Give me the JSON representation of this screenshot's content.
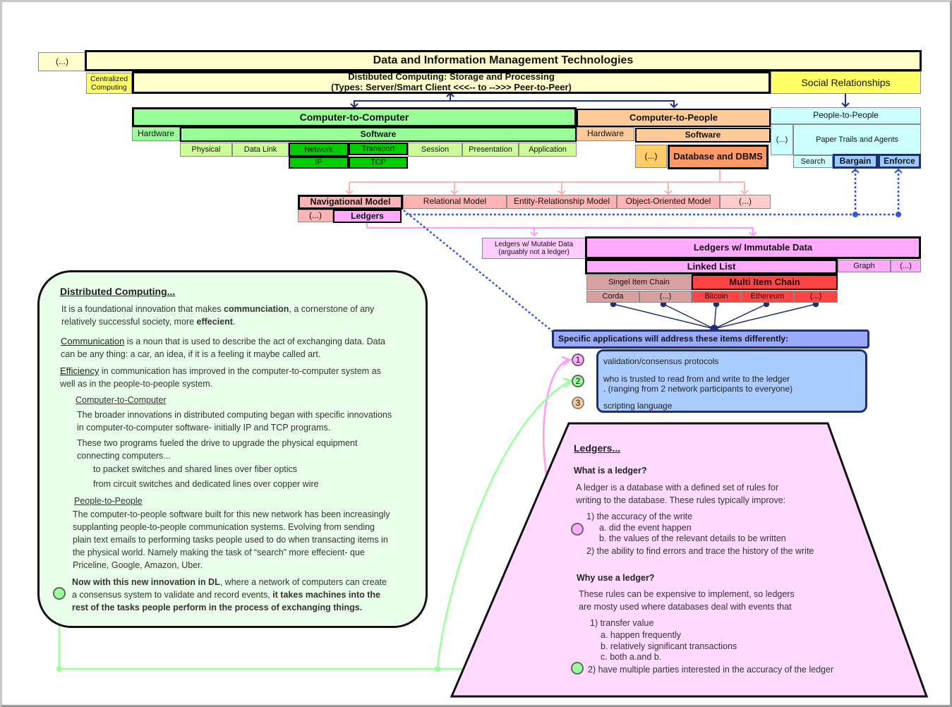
{
  "top": {
    "ellipsis": "(...)",
    "title": "Data and Information Management Technologies",
    "centralized_1": "Centralized",
    "centralized_2": "Computing",
    "distributed_1": "Distibuted Computing: Storage and Processing",
    "distributed_2": "(Types: Server/Smart Client <<<-- to -->>> Peer-to-Peer)",
    "social": "Social Relationships"
  },
  "c2c": {
    "title": "Computer-to-Computer",
    "hardware": "Hardware",
    "software": "Software",
    "layers": [
      "Physical",
      "Data Link",
      "Network",
      "Transport",
      "Session",
      "Presentation",
      "Application"
    ],
    "ip": "IP",
    "tcp": "TCP"
  },
  "c2p": {
    "title": "Computer-to-People",
    "hardware": "Hardware",
    "software": "Software",
    "ellipsis": "(...)",
    "db": "Database and DBMS"
  },
  "p2p": {
    "title": "People-to-People",
    "ellipsis": "(...)",
    "paper": "Paper Trails and Agents",
    "search": "Search",
    "bargain": "Bargain",
    "enforce": "Enforce"
  },
  "models": {
    "navigational": "Navigational Model",
    "relational": "Relational Model",
    "er": "Entity-Relationship Model",
    "oo": "Object-Oriented Model",
    "ellipsis": "(...)",
    "ellipsis2": "(...)",
    "ledgers": "Ledgers"
  },
  "ledger_types": {
    "mutable_1": "Ledgers w/ Mutable Data",
    "mutable_2": "(arguably not a ledger)",
    "immutable": "Ledgers w/ Immutable Data",
    "linked": "Linked List",
    "graph": "Graph",
    "ellipsis": "(...)",
    "single": "Singel Item Chain",
    "multi": "Multi Item Chain",
    "corda": "Corda",
    "ellipsis2": "(...)",
    "bitcoin": "Bitcoin",
    "ethereum": "Ethereum",
    "ellipsis3": "(...)"
  },
  "apps": {
    "header": "Specific applications will address these items differently:",
    "n1": "1",
    "n2": "2",
    "n3": "3",
    "item1": "validation/consensus protocols",
    "item2a": "who is trusted to read from and write to the ledger",
    "item2b": ".    (ranging from 2 network participants to everyone)",
    "item3": "scripting language"
  },
  "dc_note": {
    "heading": "Distributed Computing...",
    "p1a_pre": "It is a foundational innovation that makes ",
    "p1a_bold": "communciation",
    "p1a_post": ", a cornerstone of any",
    "p1b_pre": "relatively successful society, more ",
    "p1b_bold": "effecient",
    "p1b_post": ".",
    "p2a_word": "Communication",
    "p2a_rest": " is a noun that is used to describe the act of exchanging data.  Data",
    "p2b": "can be any thing: a car, an idea, if it is a feeling it maybe called art.",
    "p3a_word": "Efficiency",
    "p3a_rest": " in communication has improved in the computer-to-computer system as",
    "p3b": "well as in the people-to-people system.",
    "c2c_head": "Computer-to-Computer",
    "c2c_1": "The broader innovations in distributed computing began with specific innovations",
    "c2c_2": "in computer-to-computer software- initially IP and TCP programs.",
    "c2c_3": "These two programs fueled the drive to upgrade the physical equipment",
    "c2c_4": "connecting computers...",
    "c2c_5": "to packet switches and shared lines over fiber optics",
    "c2c_6": "from circuit switches and dedicated lines over copper wire",
    "p2p_head": "People-to-People",
    "p2p_1": "The computer-to-people software built for this new network has been increasingly",
    "p2p_2": "supplanting people-to-people communication systems. Evolving from sending",
    "p2p_3": "plain text emails to performing tasks people used to do when transacting items in",
    "p2p_4": "the physical world. Namely making the task of “search” more effecient- que",
    "p2p_5": "Priceline, Google, Amazon, Uber.",
    "final_1_bold": "Now with this new innovation in DL",
    "final_1_rest": ", where a network of computers can create",
    "final_2_pre": "a consensus system to validate and record events, ",
    "final_2_bold": "it takes machines into the",
    "final_3_bold": "rest of the tasks people perform in the process of exchanging things."
  },
  "ledger_note": {
    "heading": "Ledgers...",
    "q1": "What is a ledger?",
    "a1_1": "A ledger is a database with a defined set of rules for",
    "a1_2": "writing to the database. These rules typically improve:",
    "l1": "1) the accuracy of the write",
    "l1a": "a. did the event happen",
    "l1b": "b. the values of the relevant details to be written",
    "l2": "2) the ability to find errors and trace the history of the write",
    "q2": "Why use a ledger?",
    "a2_1": "These rules can be expensive to implement, so ledgers",
    "a2_2": "are mosty used where databases deal with events that",
    "m1": "1) transfer value",
    "m1a": "a. happen frequently",
    "m1b": "b. relatively significant transactions",
    "m1c": "c. both a.and b.",
    "m2": "2) have multiple parties interested in the accuracy of the ledger"
  },
  "colors": {
    "yellow": "#ffffcc",
    "bright_yellow": "#ffff66",
    "green": "#99ff99",
    "dark_green": "#00cc00",
    "orange": "#ffcc99",
    "pink": "#ffb3b3",
    "magenta": "#ffaaff",
    "blue": "#99ccff",
    "cyan": "#ccffff",
    "red": "#ff4444",
    "note_green": "#eaffea",
    "note_pink": "#ffd9ff"
  }
}
